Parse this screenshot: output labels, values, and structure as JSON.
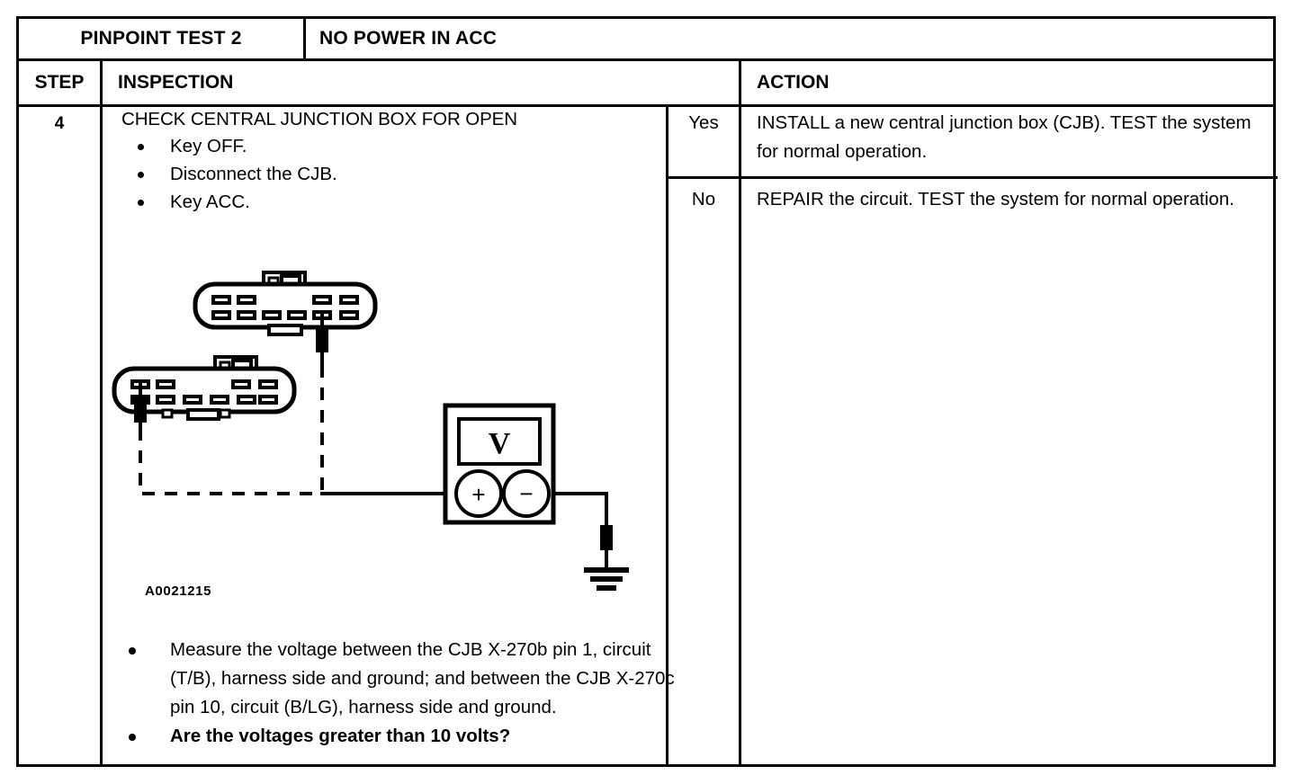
{
  "title": {
    "test_label": "PINPOINT TEST 2",
    "test_name": "NO POWER IN ACC"
  },
  "headers": {
    "step": "STEP",
    "inspection": "INSPECTION",
    "action": "ACTION"
  },
  "row": {
    "step_number": "4",
    "inspection_title": "CHECK CENTRAL JUNCTION BOX FOR OPEN",
    "inspection_bullets": [
      "Key OFF.",
      "Disconnect the CJB.",
      "Key ACC."
    ],
    "measure_bullets": [
      "Measure the voltage between the CJB X-270b pin 1, circuit (T/B), harness side and ground; and between the CJB X-270c pin 10, circuit (B/LG), harness side and ground.",
      "Are the voltages greater than 10 volts?"
    ],
    "figure_code": "A0021215",
    "meter_display": "V",
    "meter_positive": "+",
    "meter_negative": "−",
    "answers": [
      {
        "label": "Yes",
        "action": "INSTALL a new central junction box (CJB). TEST the system for normal operation."
      },
      {
        "label": "No",
        "action": "REPAIR the circuit.  TEST the system for normal operation."
      }
    ]
  },
  "colors": {
    "ink": "#000000",
    "paper": "#ffffff"
  }
}
